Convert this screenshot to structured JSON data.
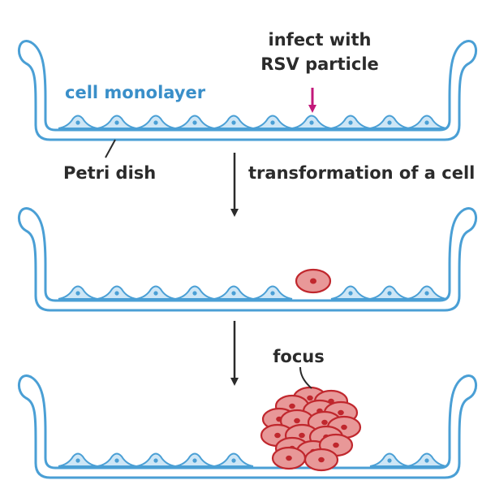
{
  "labels": {
    "cell_monolayer": "cell monolayer",
    "infect_line1": "infect with",
    "infect_line2": "RSV particle",
    "petri_dish": "Petri dish",
    "transformation": "transformation of a cell",
    "focus": "focus"
  },
  "colors": {
    "dish": "#4a9fd5",
    "normal_cell_fill": "#cde6f6",
    "transformed_cell_fill": "#e89898",
    "transformed_cell_outline": "#c0272d",
    "infection_arrow": "#c2187a",
    "label_text": "#2b2b2b",
    "monolayer_label": "#3a8fc9"
  }
}
